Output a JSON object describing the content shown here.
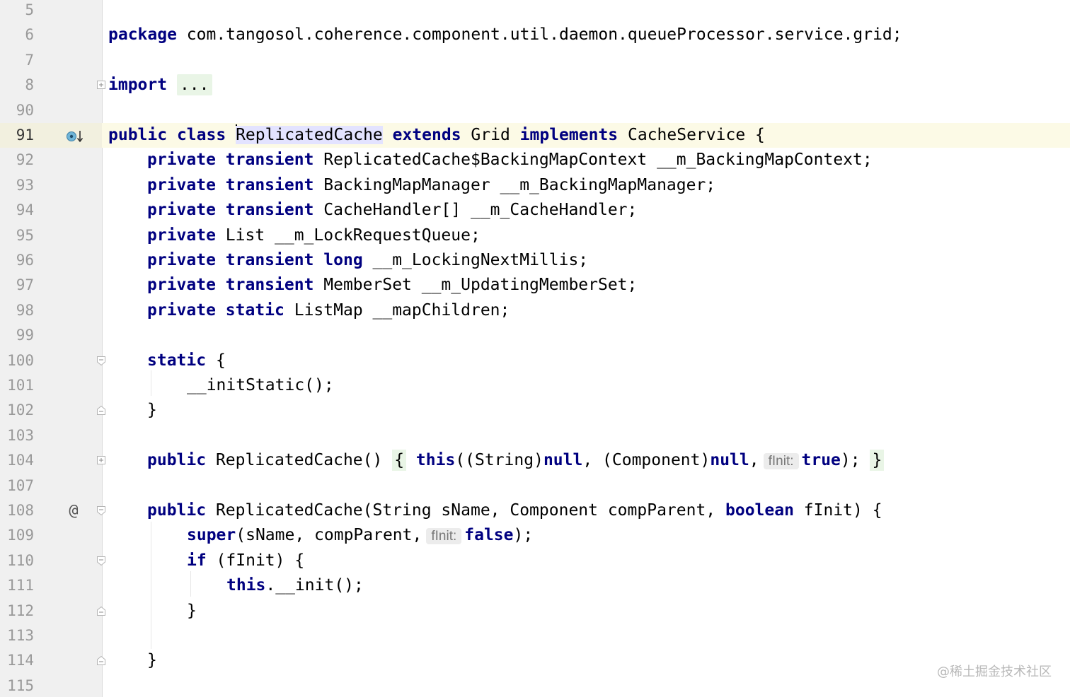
{
  "colors": {
    "keyword": "#000080",
    "gutter_background": "#f0f0f0",
    "line_number": "#999999",
    "current_line": "#fcfae6",
    "usage_highlight": "#e3e3ff",
    "fold_highlight": "#e9f5e6"
  },
  "gutter_icons": {
    "line_91": "implemented-method-icon",
    "line_108": "annotation-at-icon"
  },
  "lines": [
    {
      "no": "5"
    },
    {
      "no": "6",
      "t": [
        "package",
        " com.tangosol.coherence.component.util.daemon.queueProcessor.service.grid;"
      ]
    },
    {
      "no": "7"
    },
    {
      "no": "8",
      "t": [
        "import",
        " ",
        "..."
      ]
    },
    {
      "no": "90"
    },
    {
      "no": "91",
      "t": [
        "public",
        " ",
        "class",
        " ",
        "ReplicatedCache",
        " ",
        "extends",
        " Grid ",
        "implements",
        " CacheService {"
      ]
    },
    {
      "no": "92",
      "t": [
        "private",
        " ",
        "transient",
        " ReplicatedCache$BackingMapContext __m_BackingMapContext;"
      ]
    },
    {
      "no": "93",
      "t": [
        "private",
        " ",
        "transient",
        " BackingMapManager __m_BackingMapManager;"
      ]
    },
    {
      "no": "94",
      "t": [
        "private",
        " ",
        "transient",
        " CacheHandler[] __m_CacheHandler;"
      ]
    },
    {
      "no": "95",
      "t": [
        "private",
        " List __m_LockRequestQueue;"
      ]
    },
    {
      "no": "96",
      "t": [
        "private",
        " ",
        "transient",
        " ",
        "long",
        " __m_LockingNextMillis;"
      ]
    },
    {
      "no": "97",
      "t": [
        "private",
        " ",
        "transient",
        " MemberSet __m_UpdatingMemberSet;"
      ]
    },
    {
      "no": "98",
      "t": [
        "private",
        " ",
        "static",
        " ListMap __mapChildren;"
      ]
    },
    {
      "no": "99"
    },
    {
      "no": "100",
      "t": [
        "static",
        " {"
      ]
    },
    {
      "no": "101",
      "t": [
        "__initStatic();"
      ]
    },
    {
      "no": "102",
      "t": [
        "}"
      ]
    },
    {
      "no": "103"
    },
    {
      "no": "104",
      "t": [
        "public",
        " ReplicatedCache() ",
        "{",
        " ",
        "this",
        "((String)",
        "null",
        ", (Component)",
        "null",
        ",",
        "fInit:",
        "true",
        ");",
        " ",
        "}"
      ]
    },
    {
      "no": "107"
    },
    {
      "no": "108",
      "t": [
        "public",
        " ReplicatedCache(String sName, Component compParent, ",
        "boolean",
        " fInit) {"
      ]
    },
    {
      "no": "109",
      "t": [
        "super",
        "(sName, compParent,",
        "fInit:",
        "false",
        ");"
      ]
    },
    {
      "no": "110",
      "t": [
        "if",
        " (fInit) {"
      ]
    },
    {
      "no": "111",
      "t": [
        "this",
        ".__init();"
      ]
    },
    {
      "no": "112",
      "t": [
        "}"
      ]
    },
    {
      "no": "113"
    },
    {
      "no": "114",
      "t": [
        "}"
      ]
    },
    {
      "no": "115"
    }
  ],
  "watermark": "@稀土掘金技术社区"
}
